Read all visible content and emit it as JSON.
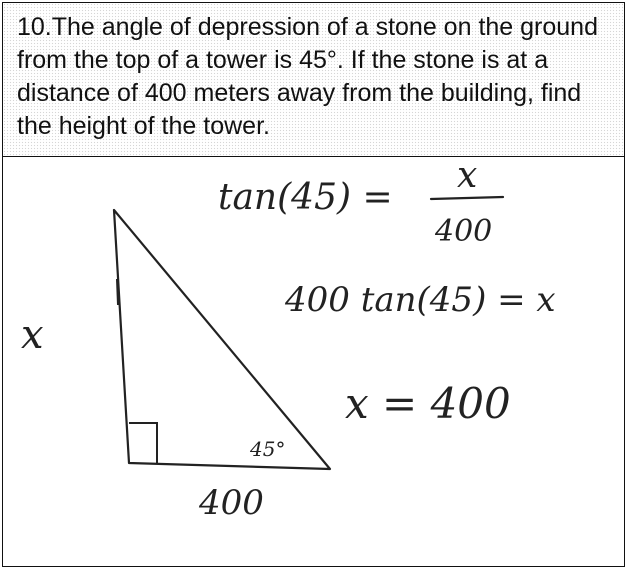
{
  "question": {
    "text": "10.The angle of depression of a stone on the ground from the top of a tower is 45°. If the stone is at a distance of 400 meters away from the building, find the height of the tower."
  },
  "handwriting": {
    "eq1_lhs": "tan(45) =",
    "eq1_num": "x",
    "eq1_den": "400",
    "eq2": "400 tan(45) = x",
    "eq3": "x = 400",
    "side_label": "x",
    "base_label": "400",
    "angle_label": "45°"
  },
  "colors": {
    "ink": "#222222",
    "border": "#111111",
    "dot_fill": "#d6d6d6"
  }
}
